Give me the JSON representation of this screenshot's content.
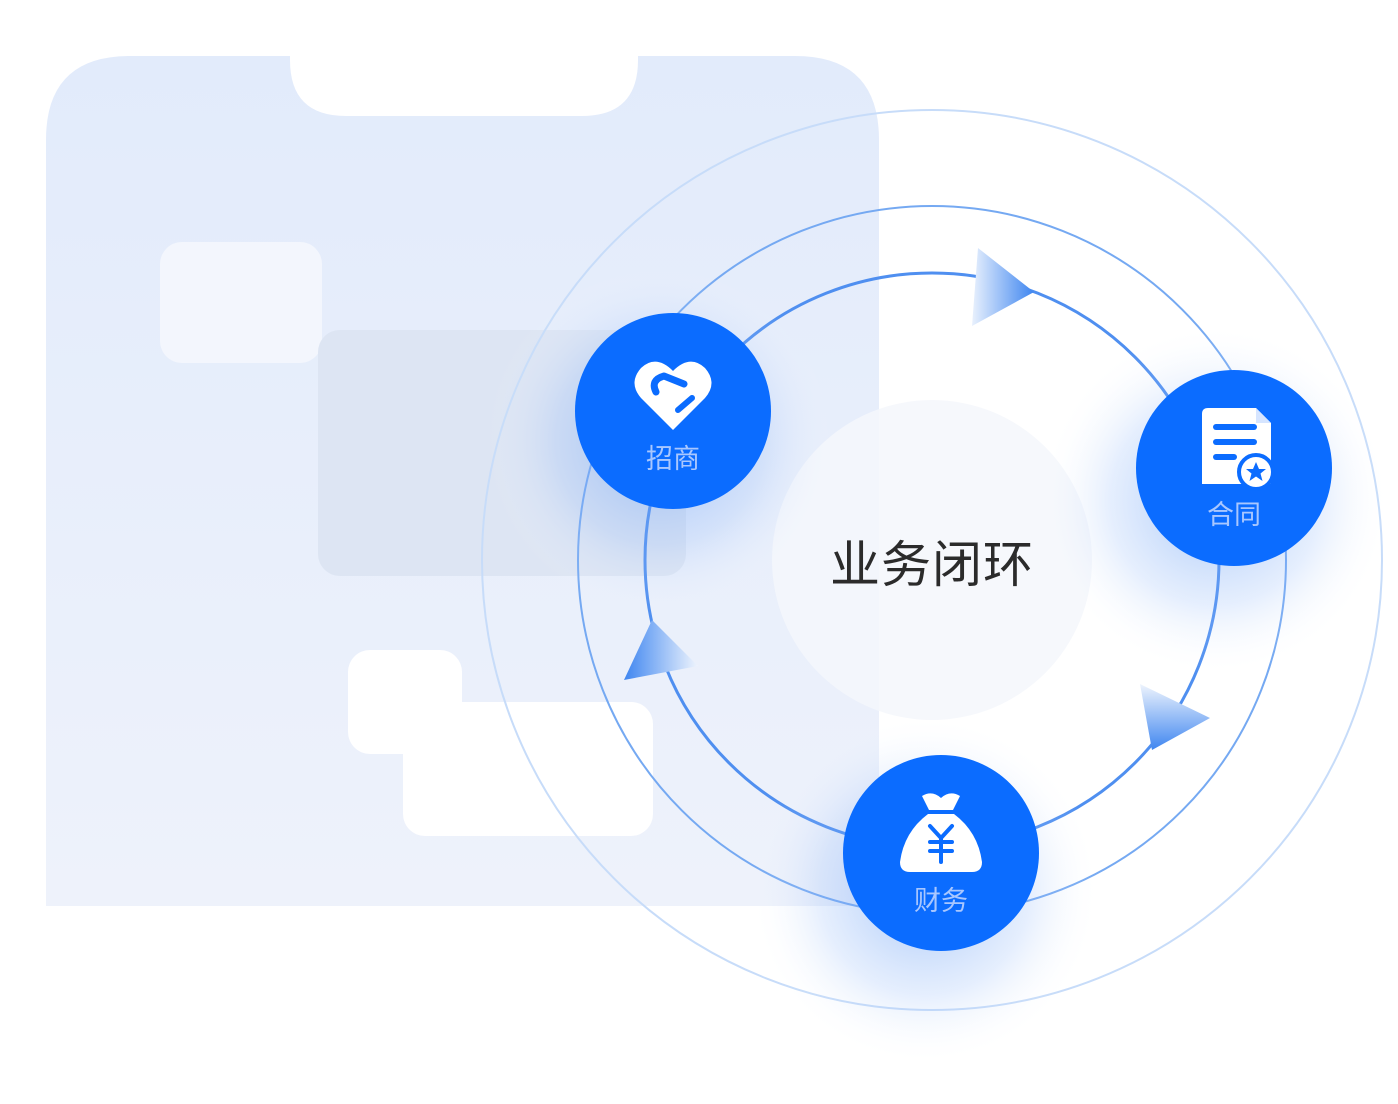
{
  "diagram": {
    "center_title": "业务闭环",
    "nodes": [
      {
        "id": "recruit",
        "label": "招商",
        "icon": "handshake-heart-icon"
      },
      {
        "id": "contract",
        "label": "合同",
        "icon": "contract-document-icon"
      },
      {
        "id": "finance",
        "label": "财务",
        "icon": "money-bag-icon"
      }
    ],
    "colors": {
      "node_fill": "#0b6cff",
      "ring": "#5d9bf2",
      "outer_ring": "#c5dbf9",
      "backdrop": "#e3ecfb",
      "label": "#a9c7ff",
      "title": "#2b2b2b"
    }
  }
}
